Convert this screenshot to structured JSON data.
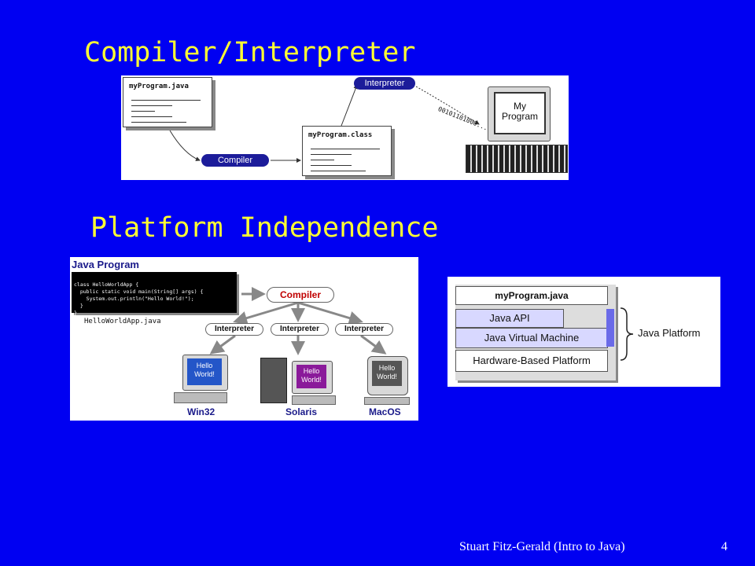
{
  "slide": {
    "title_compiler": "Compiler/Interpreter",
    "title_platform": "Platform Independence",
    "footer_author": "Stuart Fitz-Gerald  (Intro to Java)",
    "page_number": "4"
  },
  "compile_diagram": {
    "source_file": "myProgram.java",
    "class_file": "myProgram.class",
    "compiler_label": "Compiler",
    "interpreter_label": "Interpreter",
    "bytecode": "00101101000...",
    "screen_line1": "My",
    "screen_line2": "Program"
  },
  "platform_diagram": {
    "heading": "Java Program",
    "code_lines": [
      "class HelloWorldApp {",
      "  public static void main(String[] args) {",
      "    System.out.println(\"Hello World!\");",
      "  }",
      "}"
    ],
    "file_name": "HelloWorldApp.java",
    "compiler_label": "Compiler",
    "interpreter_labels": [
      "Interpreter",
      "Interpreter",
      "Interpreter"
    ],
    "hello_text_line1": "Hello",
    "hello_text_line2": "World!",
    "os_labels": [
      "Win32",
      "Solaris",
      "MacOS"
    ]
  },
  "stack_diagram": {
    "layers": [
      "myProgram.java",
      "Java API",
      "Java Virtual Machine",
      "Hardware-Based Platform"
    ],
    "brace_label": "Java Platform"
  }
}
